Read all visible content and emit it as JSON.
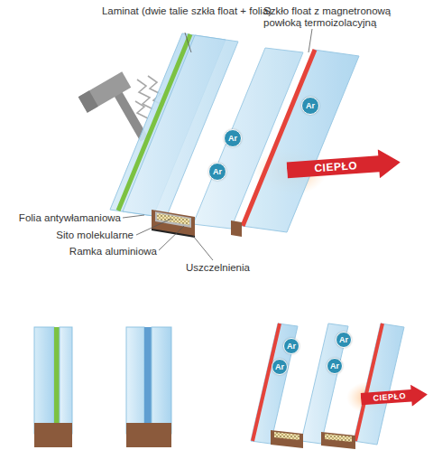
{
  "diagram": {
    "nodes": [
      {
        "text": [
          "Ar"
        ]
      },
      {
        "text": [
          "Ar"
        ]
      },
      {
        "text": [
          "CIEPŁO"
        ]
      },
      {
        "text": [
          "Ar"
        ]
      },
      {
        "text": [
          "Ar"
        ]
      },
      {
        "text": [
          "Ar"
        ]
      },
      {
        "text": [
          "Ar"
        ]
      },
      {
        "text": [
          "Ar"
        ]
      },
      {
        "text": [
          "CIEPŁO"
        ]
      }
    ],
    "labels": [
      "Laminat (dwie talie szkła float + folia)",
      "Szkło float z magnetronową powłoką termoizolacyjną",
      "Folia antywłamaniowa",
      "Sito molekularne",
      "Ramka aluminiowa",
      "Uszczelnienia"
    ]
  }
}
